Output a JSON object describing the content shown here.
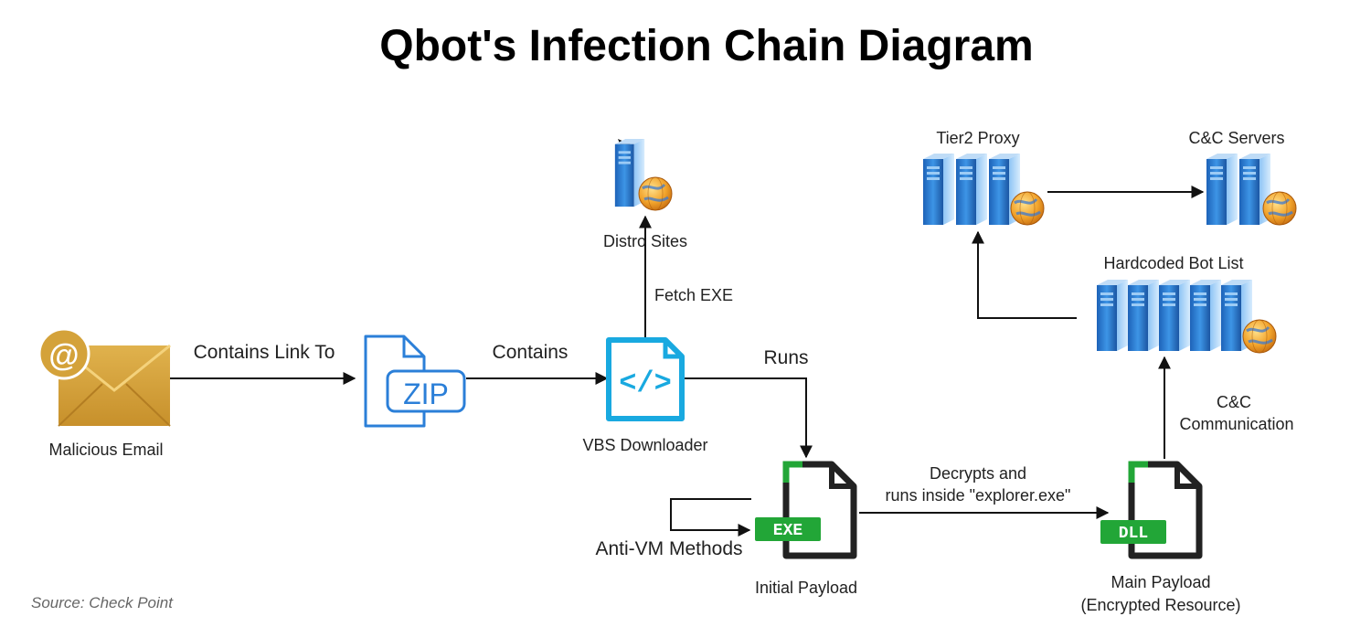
{
  "title": "Qbot's Infection Chain Diagram",
  "source": "Source: Check Point",
  "nodes": {
    "email": "Malicious Email",
    "zip_badge": "ZIP",
    "vbs": "VBS Downloader",
    "distro": "Distro Sites",
    "exe_badge": "EXE",
    "exe": "Initial Payload",
    "dll_badge": "DLL",
    "dll_line1": "Main Payload",
    "dll_line2": "(Encrypted Resource)",
    "tier2": "Tier2 Proxy",
    "cnc": "C&C Servers",
    "botlist": "Hardcoded Bot List"
  },
  "edges": {
    "email_zip": "Contains Link To",
    "zip_vbs": "Contains",
    "vbs_distro": "Fetch EXE",
    "vbs_exe": "Runs",
    "exe_self": "Anti-VM Methods",
    "exe_dll_line1": "Decrypts and",
    "exe_dll_line2": "runs inside \"explorer.exe\"",
    "dll_bot_line1": "C&C",
    "dll_bot_line2": "Communication"
  },
  "colors": {
    "envelope": "#d4a23a",
    "zip_blue": "#2b7fd8",
    "vbs_cyan": "#19a9e0",
    "badge_green": "#22a637",
    "doc_black": "#222222",
    "server_blue": "#2f86d6",
    "globe_orange": "#f0a028"
  }
}
